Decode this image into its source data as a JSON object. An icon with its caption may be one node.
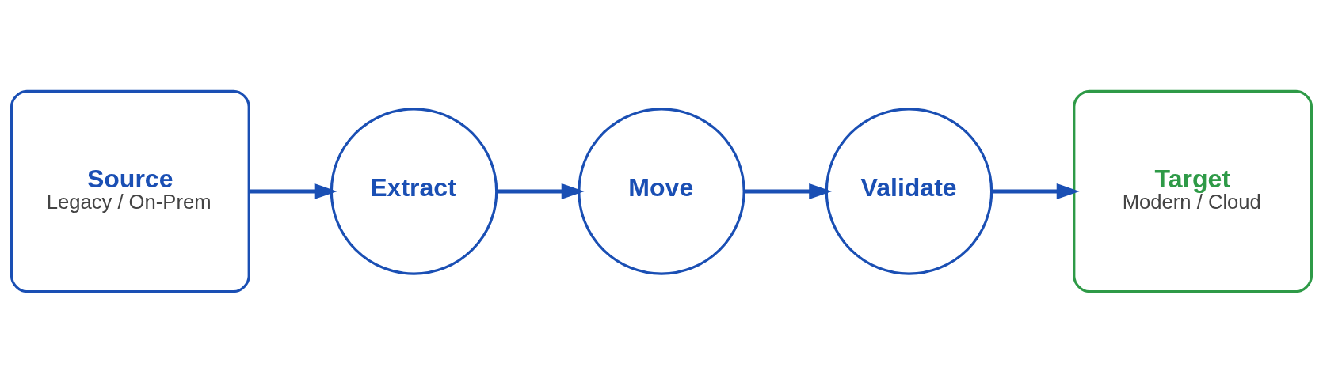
{
  "diagram": {
    "nodes": [
      {
        "text": [
          "Source",
          "Legacy / On-Prem"
        ]
      },
      {
        "text": [
          "Extract"
        ]
      },
      {
        "text": [
          "Move"
        ]
      },
      {
        "text": [
          "Validate"
        ]
      },
      {
        "text": [
          "Target",
          "Modern / Cloud"
        ]
      }
    ],
    "edges": [
      {
        "from": 0,
        "to": 1,
        "arrow": "to"
      },
      {
        "from": 1,
        "to": 2,
        "arrow": "to"
      },
      {
        "from": 2,
        "to": 3,
        "arrow": "to"
      },
      {
        "from": 3,
        "to": 4,
        "arrow": "to"
      }
    ]
  }
}
